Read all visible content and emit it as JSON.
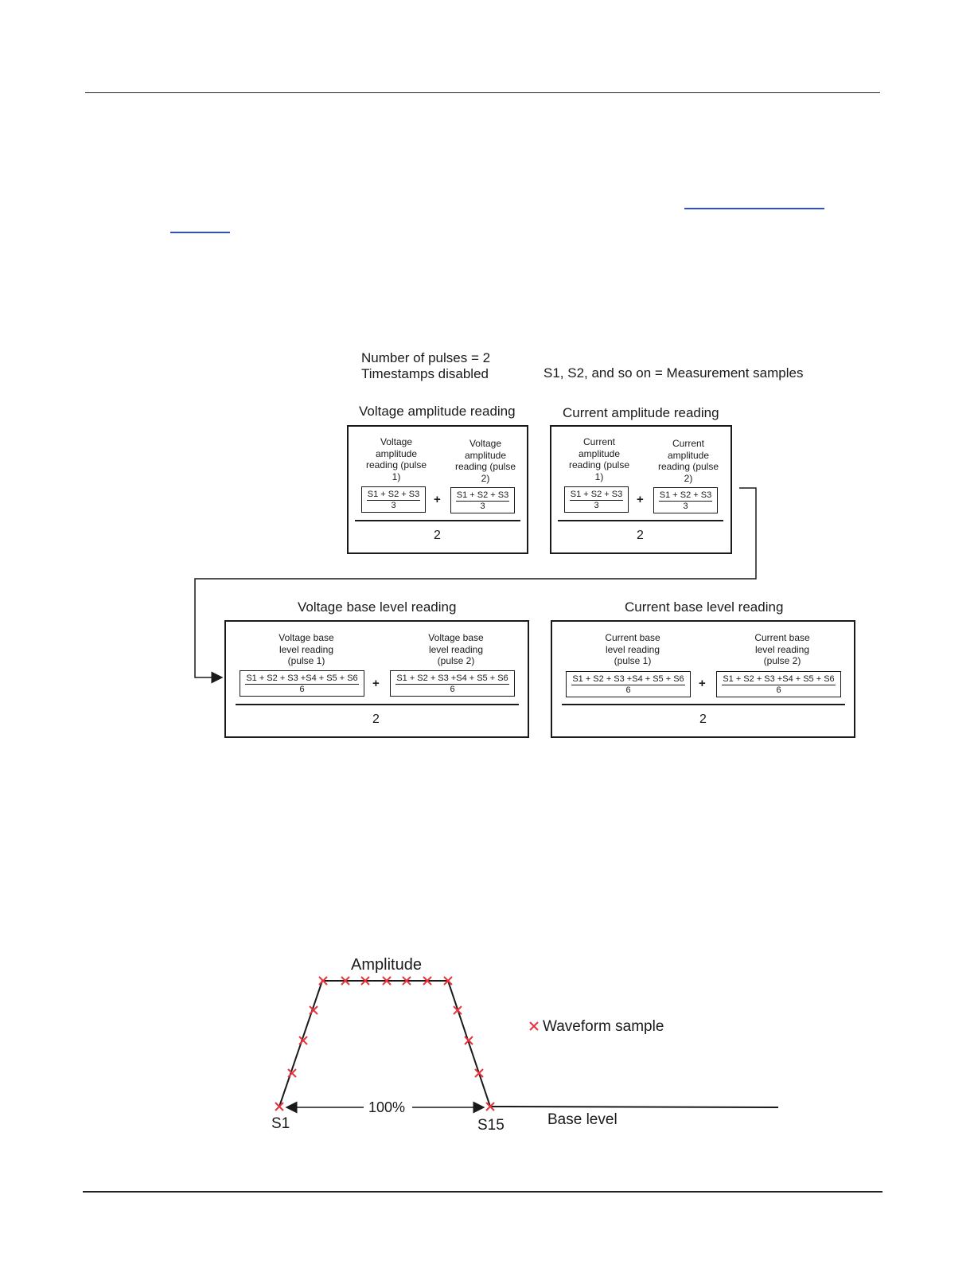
{
  "diagram": {
    "pulses_label": "Number of pulses = 2",
    "timestamps_label": "Timestamps disabled",
    "samples_note": "S1, S2, and so on = Measurement samples",
    "blocks": [
      {
        "title": "Voltage amplitude reading",
        "pulse1_label": "Voltage amplitude reading (pulse 1)",
        "pulse2_label": "Voltage amplitude reading (pulse 2)",
        "numerator": "S1 + S2 + S3",
        "denominator": "3",
        "plus": "+",
        "divisor": "2"
      },
      {
        "title": "Current amplitude reading",
        "pulse1_label": "Current amplitude reading (pulse 1)",
        "pulse2_label": "Current amplitude reading (pulse 2)",
        "numerator": "S1 + S2 + S3",
        "denominator": "3",
        "plus": "+",
        "divisor": "2"
      },
      {
        "title": "Voltage base level reading",
        "pulse1_label": "Voltage base level reading (pulse 1)",
        "pulse2_label": "Voltage base level reading (pulse 2)",
        "numerator": "S1 + S2 + S3 +S4 + S5 + S6",
        "denominator": "6",
        "plus": "+",
        "divisor": "2"
      },
      {
        "title": "Current base level reading",
        "pulse1_label": "Current base level reading (pulse 1)",
        "pulse2_label": "Current base level reading (pulse 2)",
        "numerator": "S1 + S2 + S3 +S4 + S5 + S6",
        "denominator": "6",
        "plus": "+",
        "divisor": "2"
      }
    ]
  },
  "waveform": {
    "amplitude_label": "Amplitude",
    "legend_label": "Waveform sample",
    "width_label": "100%",
    "start_label": "S1",
    "end_label": "S15",
    "base_label": "Base level",
    "sample_marker_color": "#e8323c",
    "line_color": "#1a1a1a"
  }
}
